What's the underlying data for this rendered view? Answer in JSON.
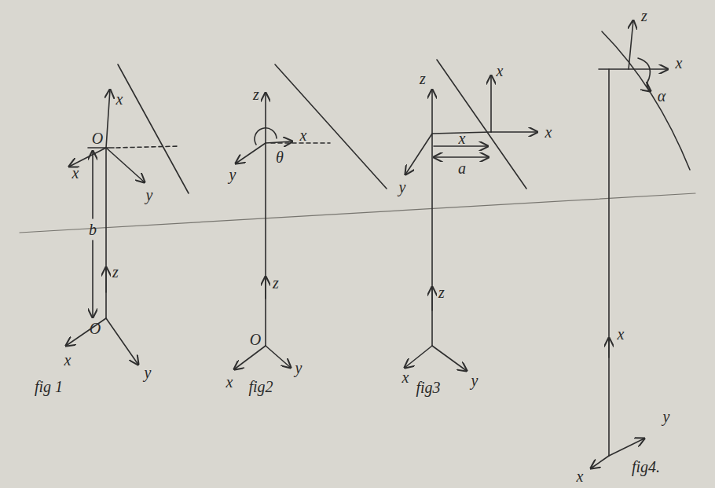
{
  "diagram": {
    "labels": [
      "x",
      "O",
      "x",
      "y",
      "b",
      "z",
      "O",
      "x",
      "y",
      "fig 1",
      "z",
      "x",
      "θ",
      "y",
      "z",
      "O",
      "x",
      "y",
      "fig2",
      "z",
      "x",
      "x",
      "x",
      "a",
      "y",
      "z",
      "x",
      "y",
      "fig3",
      "z",
      "x",
      "α",
      "x",
      "x",
      "y",
      "fig4."
    ]
  }
}
